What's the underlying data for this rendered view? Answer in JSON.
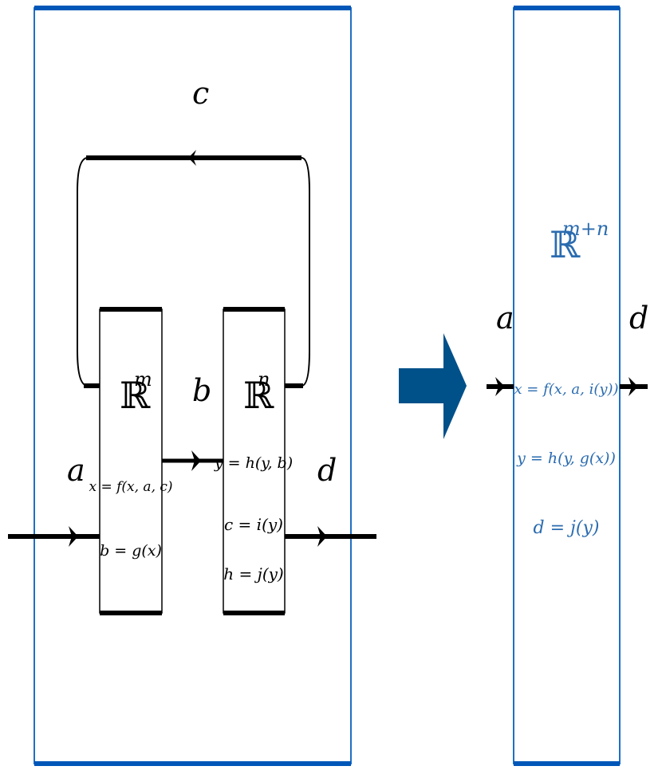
{
  "colors": {
    "frame": "#1f6fc5",
    "frame_top": "#0057b8",
    "arrow": "#00508a",
    "ink": "#000000",
    "result": "#2b6cb0"
  },
  "left_panel": {
    "labels": {
      "a": "a",
      "b": "b",
      "c": "c",
      "d": "d"
    },
    "block_m": {
      "space": "ℝ",
      "exp": "m",
      "equations": [
        "x = f(x, a, c)",
        "b = g(x)"
      ]
    },
    "block_n": {
      "space": "ℝ",
      "exp": "n",
      "equations": [
        "y = h(y, b)",
        "c = i(y)",
        "h = j(y)"
      ]
    }
  },
  "transform_arrow": "right-arrow",
  "right_panel": {
    "space": "ℝ",
    "exp": "m+n",
    "labels": {
      "a": "a",
      "d": "d"
    },
    "equations": [
      "x = f(x, a, i(y))",
      "y = h(y, g(x))",
      "d = j(y)"
    ]
  }
}
